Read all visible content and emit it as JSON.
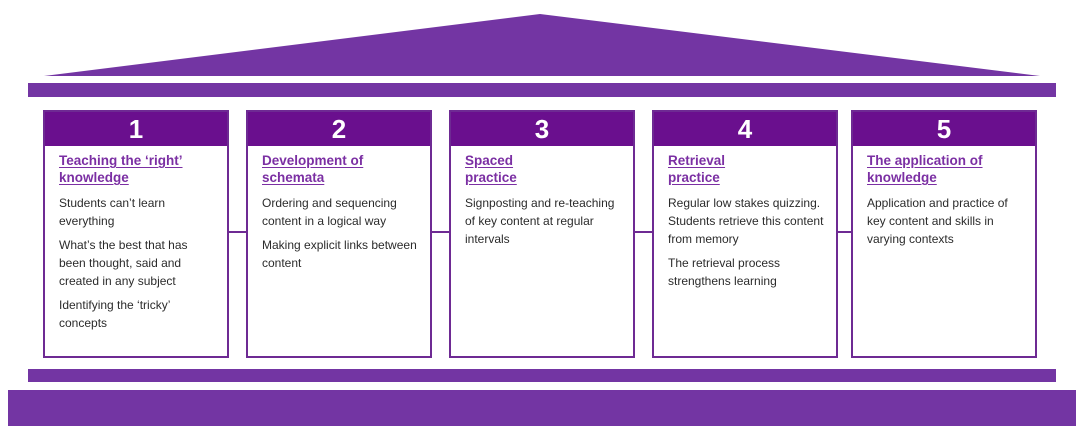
{
  "colors": {
    "roof": "#7335a3",
    "beam": "#6e2a93",
    "number_band": "#6a0f8e",
    "title": "#7b2fa3",
    "text": "#2b2b2b",
    "border": "#6e2a93"
  },
  "pillars": [
    {
      "number": "1",
      "title_line1": "Teaching the ‘right’",
      "title_line2": "knowledge",
      "points": [
        "Students can’t learn everything",
        "What’s the best that has been thought, said and created in any subject",
        "Identifying the ‘tricky’ concepts"
      ]
    },
    {
      "number": "2",
      "title_line1": "Development of",
      "title_line2": "schemata",
      "points": [
        "Ordering and sequencing content in a logical way",
        "Making explicit links between content"
      ]
    },
    {
      "number": "3",
      "title_line1": "Spaced",
      "title_line2": "practice",
      "points": [
        "Signposting and re-teaching of key content at regular intervals"
      ]
    },
    {
      "number": "4",
      "title_line1": "Retrieval",
      "title_line2": "practice",
      "points": [
        "Regular low stakes quizzing. Students retrieve this content from memory",
        "The retrieval process strengthens learning"
      ]
    },
    {
      "number": "5",
      "title_line1": "The application of",
      "title_line2": "knowledge",
      "points": [
        "Application and practice of key content and skills in varying contexts"
      ]
    }
  ]
}
